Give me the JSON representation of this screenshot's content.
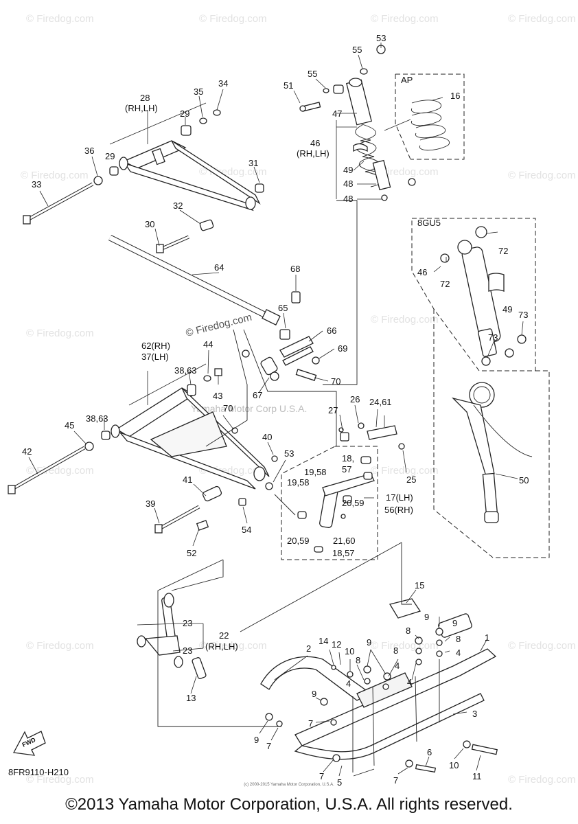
{
  "watermark": "© Firedog.com",
  "inline_watermark": "Yamaha Motor Corp U.S.A.",
  "diagram_code": "8FR9110-H210",
  "small_copyright": "(c) 2000-2015 Yamaha Motor Corporation, U.S.A.",
  "footer": "©2013 Yamaha Motor Corporation, U.S.A. All rights reserved.",
  "boxes": {
    "ap": "AP",
    "gu5": "8GU5",
    "fwd": "FWD"
  },
  "callouts": {
    "c53a": "53",
    "c55a": "55",
    "c51": "51",
    "c55b": "55",
    "c47": "47",
    "c46": "46",
    "c46rhlh": "(RH,LH)",
    "c49a": "49",
    "c48a": "48",
    "c48b": "48",
    "c16": "16",
    "c28": "28",
    "c28rhlh": "(RH,LH)",
    "c35": "35",
    "c34": "34",
    "c29a": "29",
    "c29b": "29",
    "c36": "36",
    "c31": "31",
    "c33": "33",
    "c32": "32",
    "c30a": "30",
    "c64": "64",
    "c68": "68",
    "c65": "65",
    "c66": "66",
    "c69": "69",
    "c70a": "70",
    "c67": "67",
    "c62rh": "62(RH)",
    "c37lh": "37(LH)",
    "c44": "44",
    "c3863a": "38,63",
    "c43": "43",
    "c70b": "70",
    "c3863b": "38,63",
    "c45": "45",
    "c42": "42",
    "c40": "40",
    "c53b": "53",
    "c41": "41",
    "c39": "39",
    "c52": "52",
    "c54": "54",
    "c26": "26",
    "c2461": "24,61",
    "c27": "27",
    "c25": "25",
    "c1857a": "18,",
    "c1857b": "57",
    "c1958a": "19,58",
    "c1958b": "19,58",
    "c2059a": "20,59",
    "c17lh": "17(LH)",
    "c56rh": "56(RH)",
    "c2160": "21,60",
    "c2059b": "20,59",
    "c1857c": "18,57",
    "c72a": "72",
    "c46b": "46",
    "c72b": "72",
    "c49b": "49",
    "c73a": "73",
    "c73b": "73",
    "c50": "50",
    "c15": "15",
    "c23a": "23",
    "c22": "22",
    "c22rhlh": "(RH,LH)",
    "c23b": "23",
    "c13": "13",
    "c9a": "9",
    "c8a": "8",
    "c8b": "8",
    "c4a": "4",
    "c1": "1",
    "c14": "14",
    "c12": "12",
    "c10a": "10",
    "c9b": "9",
    "c8c": "8",
    "c4b": "4",
    "c2": "2",
    "c8d": "8",
    "c4c": "4",
    "c4d": "4",
    "c3": "3",
    "c9c": "9",
    "c7a": "7",
    "c9d": "9",
    "c7b": "7",
    "c10b": "10",
    "c11": "11",
    "c6": "6",
    "c7c": "7",
    "c5": "5",
    "c7d": "7"
  }
}
